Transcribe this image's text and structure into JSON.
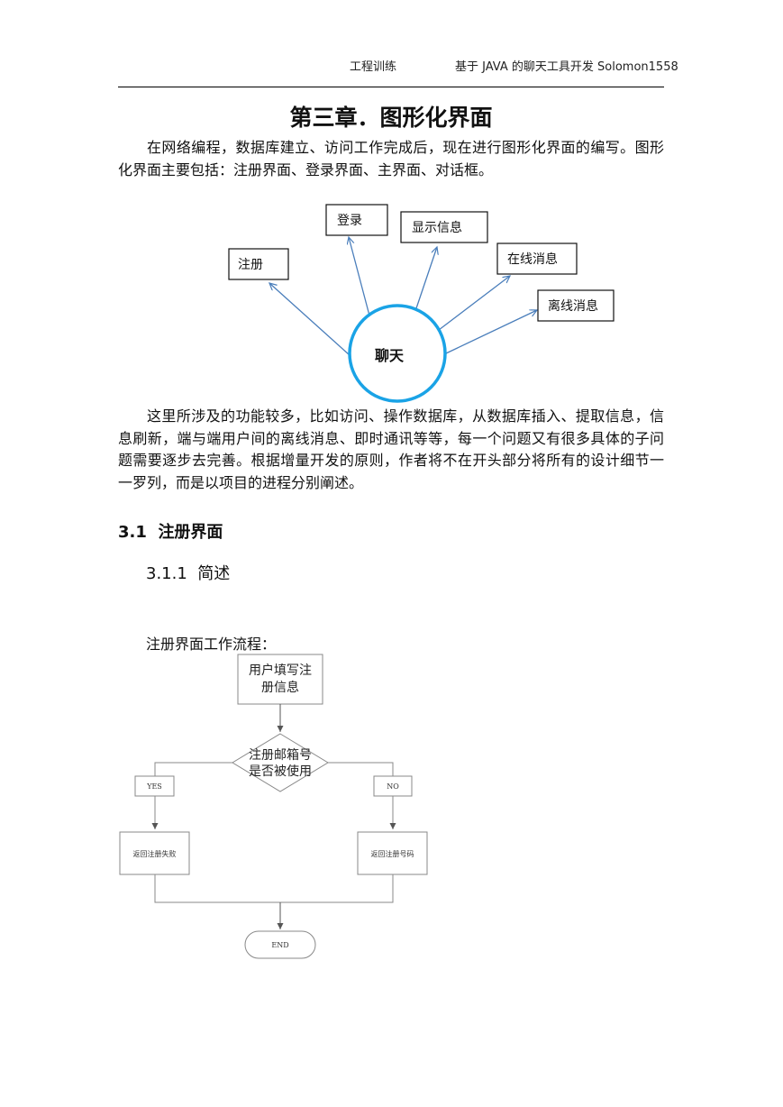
{
  "header": {
    "left": "工程训练",
    "right": "基于 JAVA 的聊天工具开发 Solomon1558"
  },
  "chapter_title": "第三章．图形化界面",
  "intro_paragraph": "在网络编程，数据库建立、访问工作完成后，现在进行图形化界面的编写。图形化界面主要包括：注册界面、登录界面、主界面、对话框。",
  "mind_map": {
    "center": "聊天",
    "nodes": {
      "register": "注册",
      "login": "登录",
      "show_info": "显示信息",
      "online_msg": "在线消息",
      "offline_msg": "离线消息"
    }
  },
  "body_paragraph": "这里所涉及的功能较多，比如访问、操作数据库，从数据库插入、提取信息，信息刷新，端与端用户间的离线消息、即时通讯等等，每一个问题又有很多具体的子问题需要逐步去完善。根据增量开发的原则，作者将不在开头部分将所有的设计细节一一罗列，而是以项目的进程分别阐述。",
  "section": {
    "number": "3.1",
    "title": "注册界面"
  },
  "subsection": {
    "number": "3.1.1",
    "title": "简述"
  },
  "flow_caption": "注册界面工作流程：",
  "flowchart": {
    "start_line1": "用户填写注",
    "start_line2": "册信息",
    "decision_line1": "注册邮箱号",
    "decision_line2": "是否被使用",
    "yes": "YES",
    "no": "NO",
    "fail": "返回注册失败",
    "success": "返回注册号码",
    "end": "END"
  }
}
